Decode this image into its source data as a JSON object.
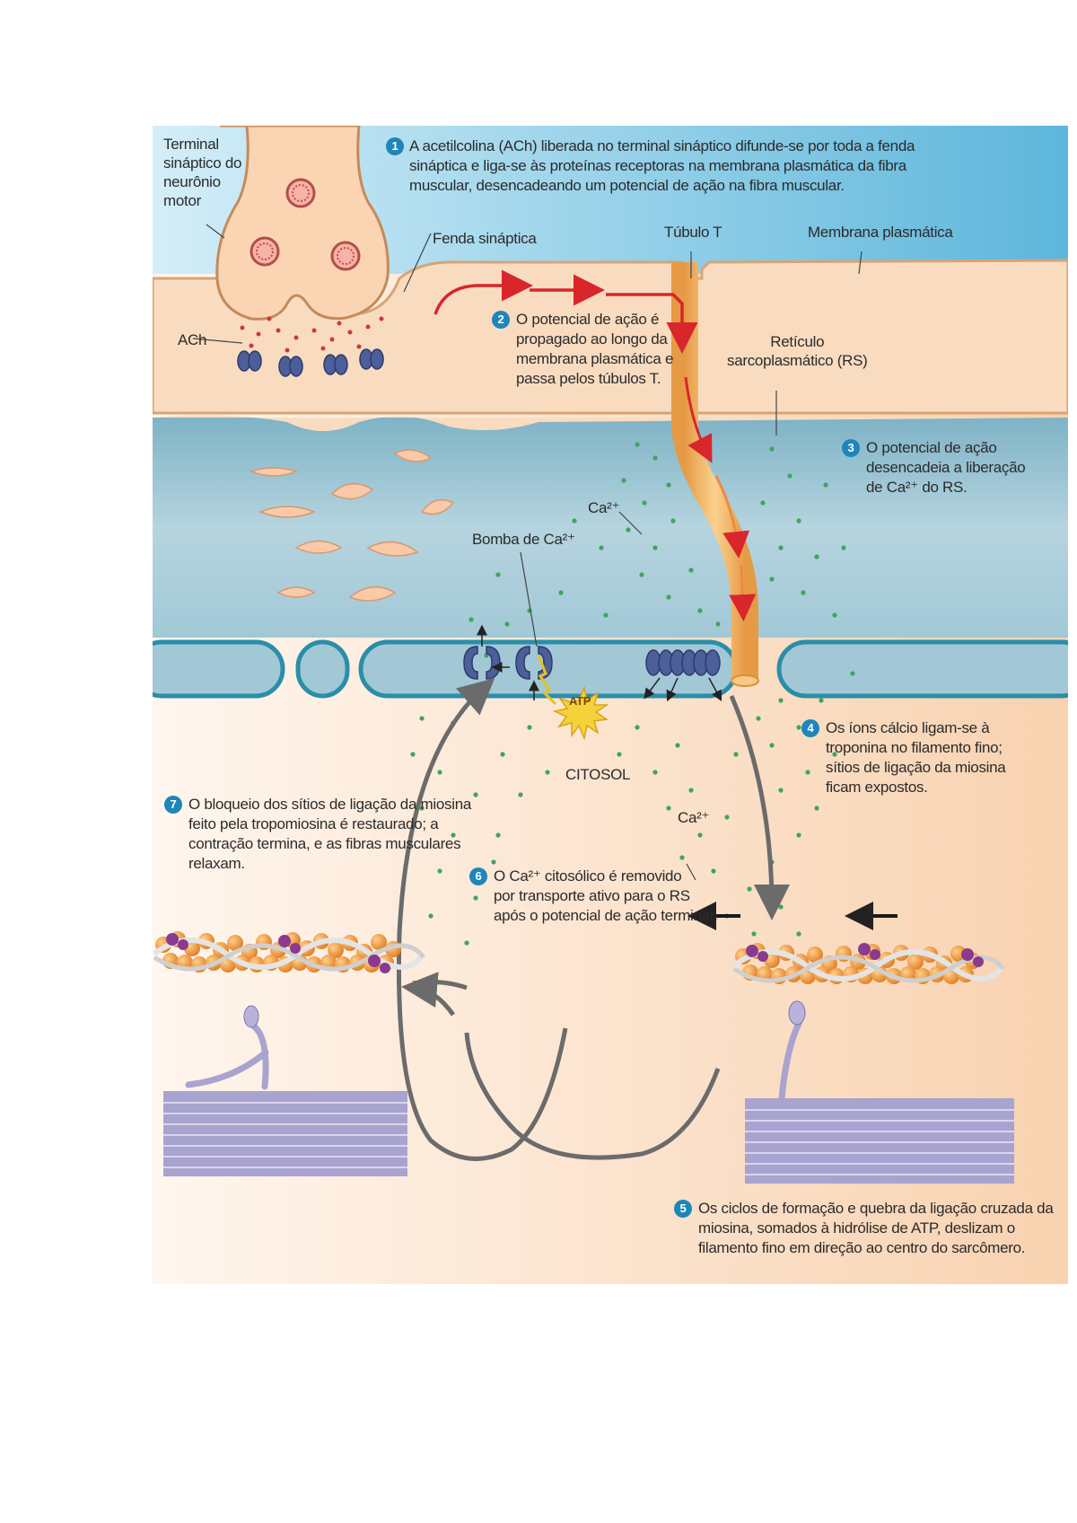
{
  "labels": {
    "terminal": [
      "Terminal",
      "sináptico do",
      "neurônio",
      "motor"
    ],
    "ach": "ACh",
    "fenda": "Fenda sináptica",
    "tubulo": "Túbulo T",
    "membrana": "Membrana plasmática",
    "reticulo": [
      "Retículo",
      "sarcoplasmático (RS)"
    ],
    "ca_top": "Ca²⁺",
    "bomba": "Bomba de Ca²⁺",
    "atp": "ATP",
    "citosol": "CITOSOL",
    "ca_bottom": "Ca²⁺"
  },
  "steps": [
    {
      "num": "1",
      "lines": [
        "A acetilcolina (ACh) liberada no terminal sináptico difunde-se por toda a fenda",
        "sináptica e liga-se às proteínas receptoras na membrana plasmática da fibra",
        "muscular, desencadeando um potencial de ação na fibra muscular."
      ]
    },
    {
      "num": "2",
      "lines": [
        "O potencial de ação é",
        "propagado ao longo da",
        "membrana plasmática e",
        "passa pelos túbulos T."
      ]
    },
    {
      "num": "3",
      "lines": [
        "O potencial de ação",
        "desencadeia a liberação",
        "de Ca²⁺ do RS."
      ]
    },
    {
      "num": "4",
      "lines": [
        "Os íons cálcio ligam-se à",
        "troponina no filamento fino;",
        "sítios de ligação da miosina",
        "ficam expostos."
      ]
    },
    {
      "num": "5",
      "lines": [
        "Os ciclos de formação e quebra da ligação cruzada da",
        "miosina, somados à hidrólise de ATP, deslizam o",
        "filamento fino em direção ao centro do sarcômero."
      ]
    },
    {
      "num": "6",
      "lines": [
        "O Ca²⁺ citosólico é removido",
        "por transporte ativo para o RS",
        "após o potencial de ação terminar."
      ]
    },
    {
      "num": "7",
      "lines": [
        "O bloqueio dos sítios de ligação da miosina",
        "feito pela tropomiosina é restaurado; a",
        "contração termina, e as fibras musculares",
        "relaxam."
      ]
    }
  ],
  "colors": {
    "sky": "#7cc3de",
    "fiber": "#f8d6b6",
    "sr": "#a9ccd8",
    "sr_edge": "#2a8ea8",
    "tubule": "#f2b86a",
    "arrow_red": "#d8262c",
    "calcium": "#3ea55d",
    "actin": "#f0953a",
    "myosin": "#a8a3cf",
    "badge": "#1e86b8"
  }
}
